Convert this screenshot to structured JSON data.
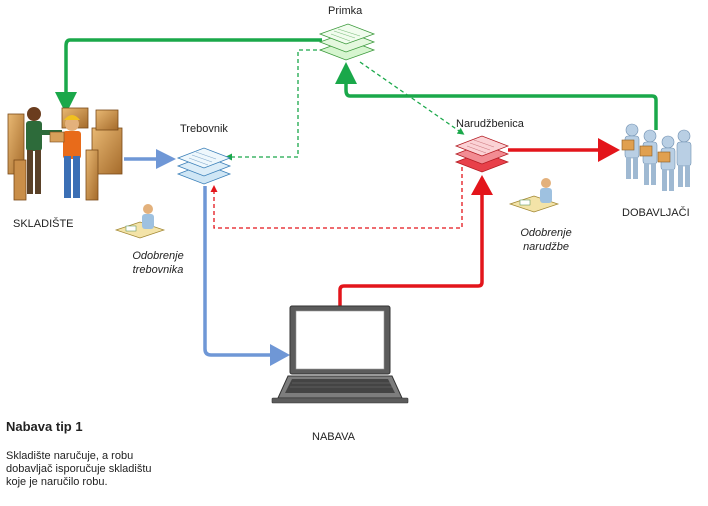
{
  "nodes": {
    "skladiste": "SKLADIŠTE",
    "trebovnik": "Trebovnik",
    "primka": "Primka",
    "narudzbenica": "Narudžbenica",
    "dobavljaci": "DOBAVLJAČI",
    "nabava": "NABAVA"
  },
  "approvals": {
    "trebovnik_line1": "Odobrenje",
    "trebovnik_line2": "trebovnika",
    "narudzba_line1": "Odobrenje",
    "narudzba_line2": "narudžbe"
  },
  "caption": {
    "title": "Nabava tip 1",
    "text": "Skladište naručuje, a robu dobavljač isporučuje skladištu koje je naručilo robu."
  },
  "colors": {
    "green": "#1aa84a",
    "blue": "#6f97d6",
    "red": "#e3151b"
  }
}
